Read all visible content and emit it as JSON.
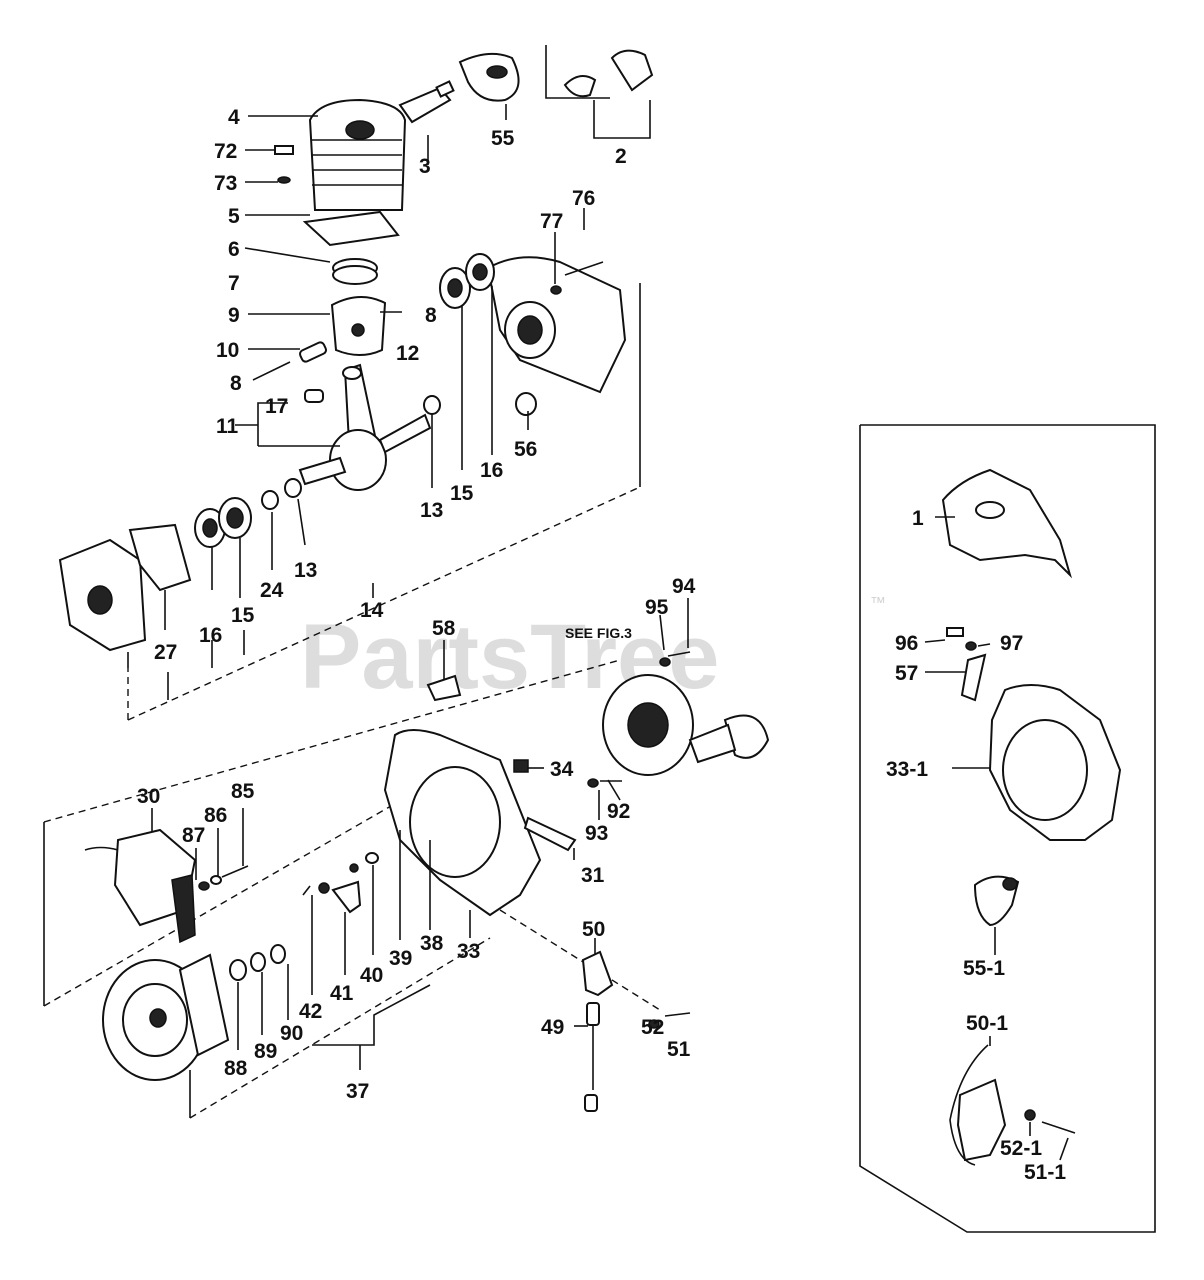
{
  "watermark": {
    "text": "PartsTree",
    "tm": "™"
  },
  "note": "SEE FIG.3",
  "labels": {
    "l1": "1",
    "l2": "2",
    "l3": "3",
    "l4": "4",
    "l5": "5",
    "l6": "6",
    "l7": "7",
    "l8a": "8",
    "l8b": "8",
    "l9": "9",
    "l10": "10",
    "l11": "11",
    "l12": "12",
    "l13a": "13",
    "l13b": "13",
    "l14": "14",
    "l15a": "15",
    "l15b": "15",
    "l16a": "16",
    "l16b": "16",
    "l17": "17",
    "l24": "24",
    "l27": "27",
    "l30": "30",
    "l31": "31",
    "l33": "33",
    "l33_1": "33-1",
    "l34": "34",
    "l37": "37",
    "l38": "38",
    "l39": "39",
    "l40": "40",
    "l41": "41",
    "l42": "42",
    "l49": "49",
    "l50": "50",
    "l50_1": "50-1",
    "l51": "51",
    "l51_1": "51-1",
    "l52": "52",
    "l52_1": "52-1",
    "l55": "55",
    "l55_1": "55-1",
    "l56": "56",
    "l57": "57",
    "l58": "58",
    "l72": "72",
    "l73": "73",
    "l76": "76",
    "l77": "77",
    "l85": "85",
    "l86": "86",
    "l87": "87",
    "l88": "88",
    "l89": "89",
    "l90": "90",
    "l92": "92",
    "l93": "93",
    "l94": "94",
    "l95": "95",
    "l96": "96",
    "l97": "97"
  }
}
